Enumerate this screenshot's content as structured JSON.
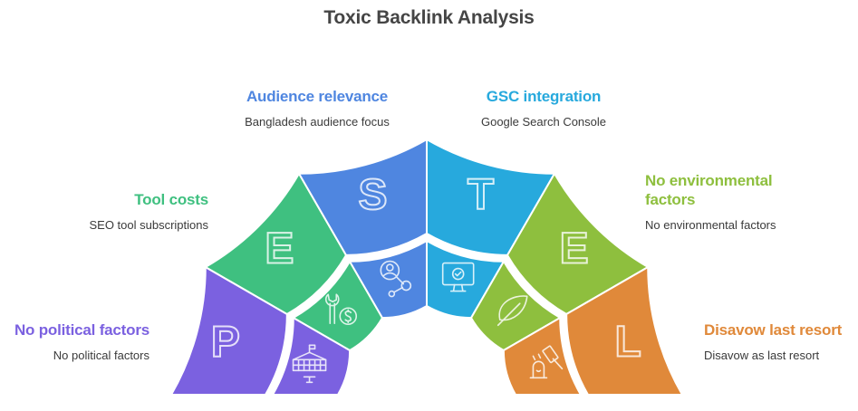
{
  "title": "Toxic Backlink Analysis",
  "segments": [
    {
      "letter": "P",
      "heading": "No political factors",
      "description": "No political factors",
      "color": "#7B61E0",
      "icon": "government-building-icon"
    },
    {
      "letter": "E",
      "heading": "Tool costs",
      "description": "SEO tool subscriptions",
      "color": "#3FC080",
      "icon": "wrench-dollar-icon"
    },
    {
      "letter": "S",
      "heading": "Audience relevance",
      "description": "Bangladesh audience focus",
      "color": "#4F86E0",
      "icon": "user-network-icon"
    },
    {
      "letter": "T",
      "heading": "GSC integration",
      "description": "Google Search Console",
      "color": "#27A9DD",
      "icon": "monitor-check-icon"
    },
    {
      "letter": "E",
      "heading": "No environmental factors",
      "description": "No environmental factors",
      "color": "#8EBF3E",
      "icon": "leaf-icon"
    },
    {
      "letter": "L",
      "heading": "Disavow last resort",
      "description": "Disavow as last resort",
      "color": "#E0893A",
      "icon": "gavel-icon"
    }
  ]
}
